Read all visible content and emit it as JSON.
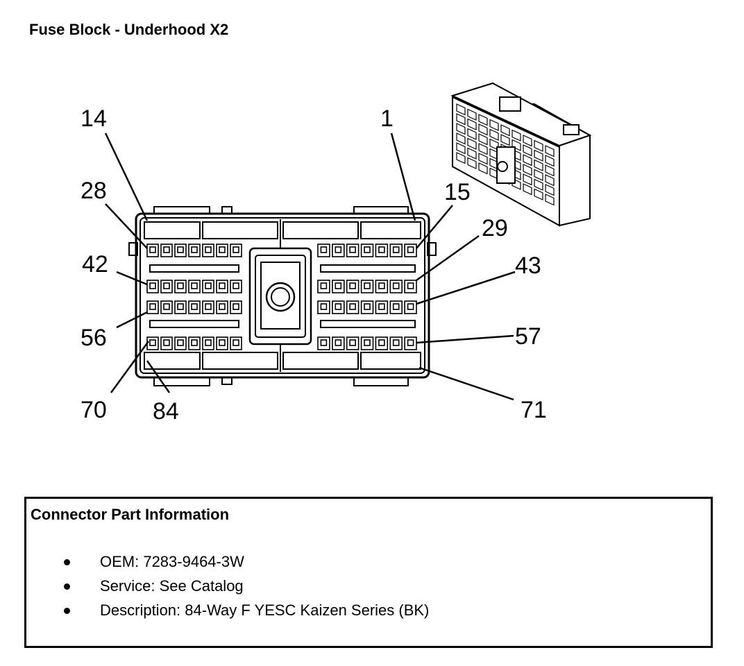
{
  "title": "Fuse Block - Underhood X2",
  "pin_labels": [
    "14",
    "1",
    "28",
    "15",
    "29",
    "42",
    "43",
    "56",
    "57",
    "70",
    "84",
    "71"
  ],
  "info": {
    "heading": "Connector Part Information",
    "items": [
      {
        "key": "OEM",
        "text": "OEM: 7283-9464-3W"
      },
      {
        "key": "Service",
        "text": "Service: See Catalog"
      },
      {
        "key": "Description",
        "text": "Description: 84-Way F YESC Kaizen Series (BK)"
      }
    ]
  }
}
